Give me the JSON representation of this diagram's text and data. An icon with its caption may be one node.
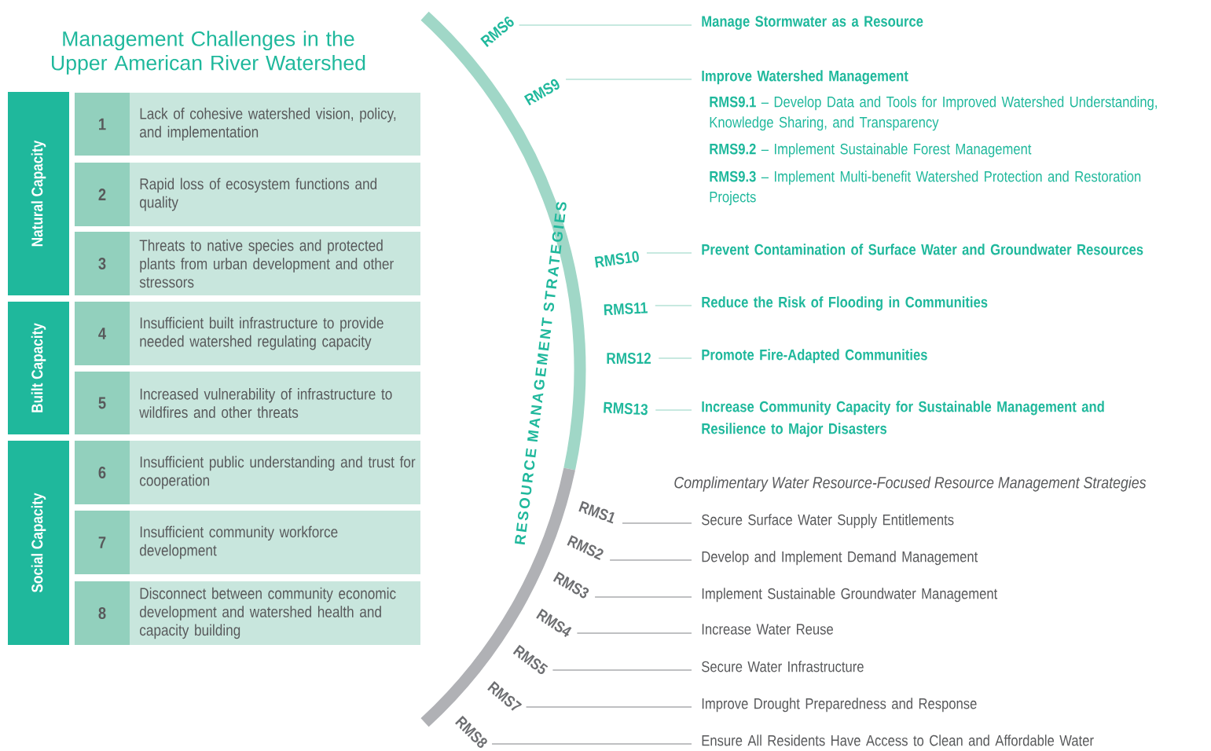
{
  "diagram": {
    "title": "Management Challenges in the Upper American River Watershed",
    "nodes": [
      {
        "text": [
          "Natural Capacity"
        ]
      },
      {
        "text": [
          "Built Capacity"
        ]
      },
      {
        "text": [
          "Social Capacity"
        ]
      },
      {
        "text": [
          "1",
          "Lack of cohesive watershed vision, policy, and implementation"
        ]
      },
      {
        "text": [
          "2",
          "Rapid loss of ecosystem functions and quality"
        ]
      },
      {
        "text": [
          "3",
          "Threats to native species and protected plants from urban development and other stressors"
        ]
      },
      {
        "text": [
          "4",
          "Insufficient built infrastructure to provide needed watershed regulating capacity"
        ]
      },
      {
        "text": [
          "5",
          "Increased vulnerability of infrastructure to wildfires and other threats"
        ]
      },
      {
        "text": [
          "6",
          "Insufficient public understanding and trust for cooperation"
        ]
      },
      {
        "text": [
          "7",
          "Insufficient community workforce development"
        ]
      },
      {
        "text": [
          "8",
          "Disconnect between community economic development and watershed health and capacity building"
        ]
      },
      {
        "text": [
          "RMS6"
        ]
      },
      {
        "text": [
          "Manage Stormwater as a Resource"
        ]
      },
      {
        "text": [
          "RMS9"
        ]
      },
      {
        "text": [
          "Improve Watershed Management",
          "**RMS9.1** – Develop Data and Tools for Improved Watershed Understanding, Knowledge Sharing, and Transparency",
          "**RMS9.2** – Implement Sustainable Forest Management",
          "**RMS9.3** – Implement Multi-benefit Watershed Protection and Restoration Projects"
        ]
      },
      {
        "text": [
          "RMS10"
        ]
      },
      {
        "text": [
          "Prevent Contamination of Surface Water and Groundwater Resources"
        ]
      },
      {
        "text": [
          "RMS11"
        ]
      },
      {
        "text": [
          "Reduce the Risk of Flooding in Communities"
        ]
      },
      {
        "text": [
          "RMS12"
        ]
      },
      {
        "text": [
          "Promote Fire-Adapted Communities"
        ]
      },
      {
        "text": [
          "RMS13"
        ]
      },
      {
        "text": [
          "Increase Community Capacity for Sustainable Management and Resilience to Major Disasters"
        ]
      },
      {
        "text": [
          "RMS1"
        ]
      },
      {
        "text": [
          "Secure Surface Water Supply Entitlements"
        ]
      },
      {
        "text": [
          "RMS2"
        ]
      },
      {
        "text": [
          "Develop and Implement Demand Management"
        ]
      },
      {
        "text": [
          "RMS3"
        ]
      },
      {
        "text": [
          "Implement Sustainable Groundwater Management"
        ]
      },
      {
        "text": [
          "RMS4"
        ]
      },
      {
        "text": [
          "Increase Water Reuse"
        ]
      },
      {
        "text": [
          "RMS5"
        ]
      },
      {
        "text": [
          "Secure Water Infrastructure"
        ]
      },
      {
        "text": [
          "RMS7"
        ]
      },
      {
        "text": [
          "Improve Drought Preparedness and Response"
        ]
      },
      {
        "text": [
          "RMS8"
        ]
      },
      {
        "text": [
          "Ensure All Residents Have Access to Clean and Affordable Water"
        ]
      }
    ],
    "edges": [
      {
        "from": 11,
        "to": 12,
        "arrow": "none",
        "color": "#8fd3c1"
      },
      {
        "from": 13,
        "to": 14,
        "arrow": "none",
        "color": "#8fd3c1"
      },
      {
        "from": 15,
        "to": 16,
        "arrow": "none",
        "color": "#8fd3c1"
      },
      {
        "from": 17,
        "to": 18,
        "arrow": "none",
        "color": "#8fd3c1"
      },
      {
        "from": 19,
        "to": 20,
        "arrow": "none",
        "color": "#8fd3c1"
      },
      {
        "from": 21,
        "to": 22,
        "arrow": "none",
        "color": "#8fd3c1"
      },
      {
        "from": 23,
        "to": 24,
        "arrow": "none"
      },
      {
        "from": 25,
        "to": 26,
        "arrow": "none"
      },
      {
        "from": 27,
        "to": 28,
        "arrow": "none"
      },
      {
        "from": 29,
        "to": 30,
        "arrow": "none"
      },
      {
        "from": 31,
        "to": 32,
        "arrow": "none"
      },
      {
        "from": 33,
        "to": 34,
        "arrow": "none"
      },
      {
        "from": 35,
        "to": 36,
        "arrow": "none"
      }
    ],
    "labels": [
      "RESOURCE MANAGEMENT STRATEGIES",
      "Complimentary Water Resource-Focused Resource Management Strategies"
    ]
  }
}
